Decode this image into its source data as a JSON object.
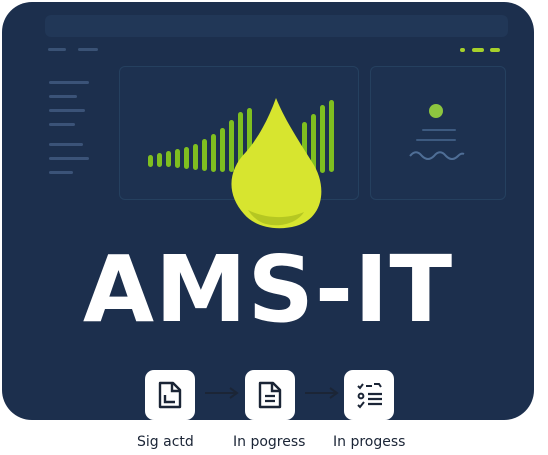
{
  "brand": {
    "title": "AMS-IT",
    "accent_color": "#c9db2a",
    "background_color": "#1c2f4d"
  },
  "chart_panel": {
    "icon": "droplet-icon",
    "bar_color": "#7fbf20"
  },
  "status_panel": {
    "icon": "status-dot",
    "wave_icon": "wave-icon"
  },
  "workflow": {
    "steps": [
      {
        "icon": "document-icon",
        "label": "Sig actd"
      },
      {
        "icon": "document-lines-icon",
        "label": "In pogress"
      },
      {
        "icon": "checklist-icon",
        "label": "In progess"
      }
    ]
  }
}
